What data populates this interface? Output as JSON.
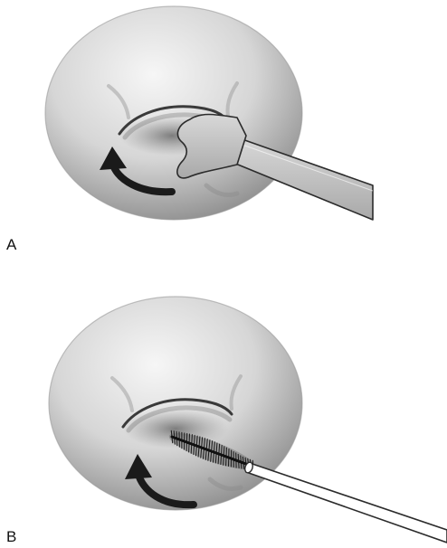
{
  "panels": [
    {
      "label": "A",
      "instrument": "spatula"
    },
    {
      "label": "B",
      "instrument": "cytobrush"
    }
  ],
  "colors": {
    "cervix_light": "#f3f3f3",
    "cervix_mid": "#c9c9c9",
    "cervix_dark": "#8a8a8a",
    "os_shadow": "#3a3a3a",
    "instrument_fill": "#c4c4c4",
    "instrument_stroke": "#2b2b2b",
    "arrow": "#1a1a1a",
    "label_text": "#111111"
  },
  "icons": [
    "curved-arrow-icon",
    "spatula-icon",
    "cytobrush-icon"
  ]
}
